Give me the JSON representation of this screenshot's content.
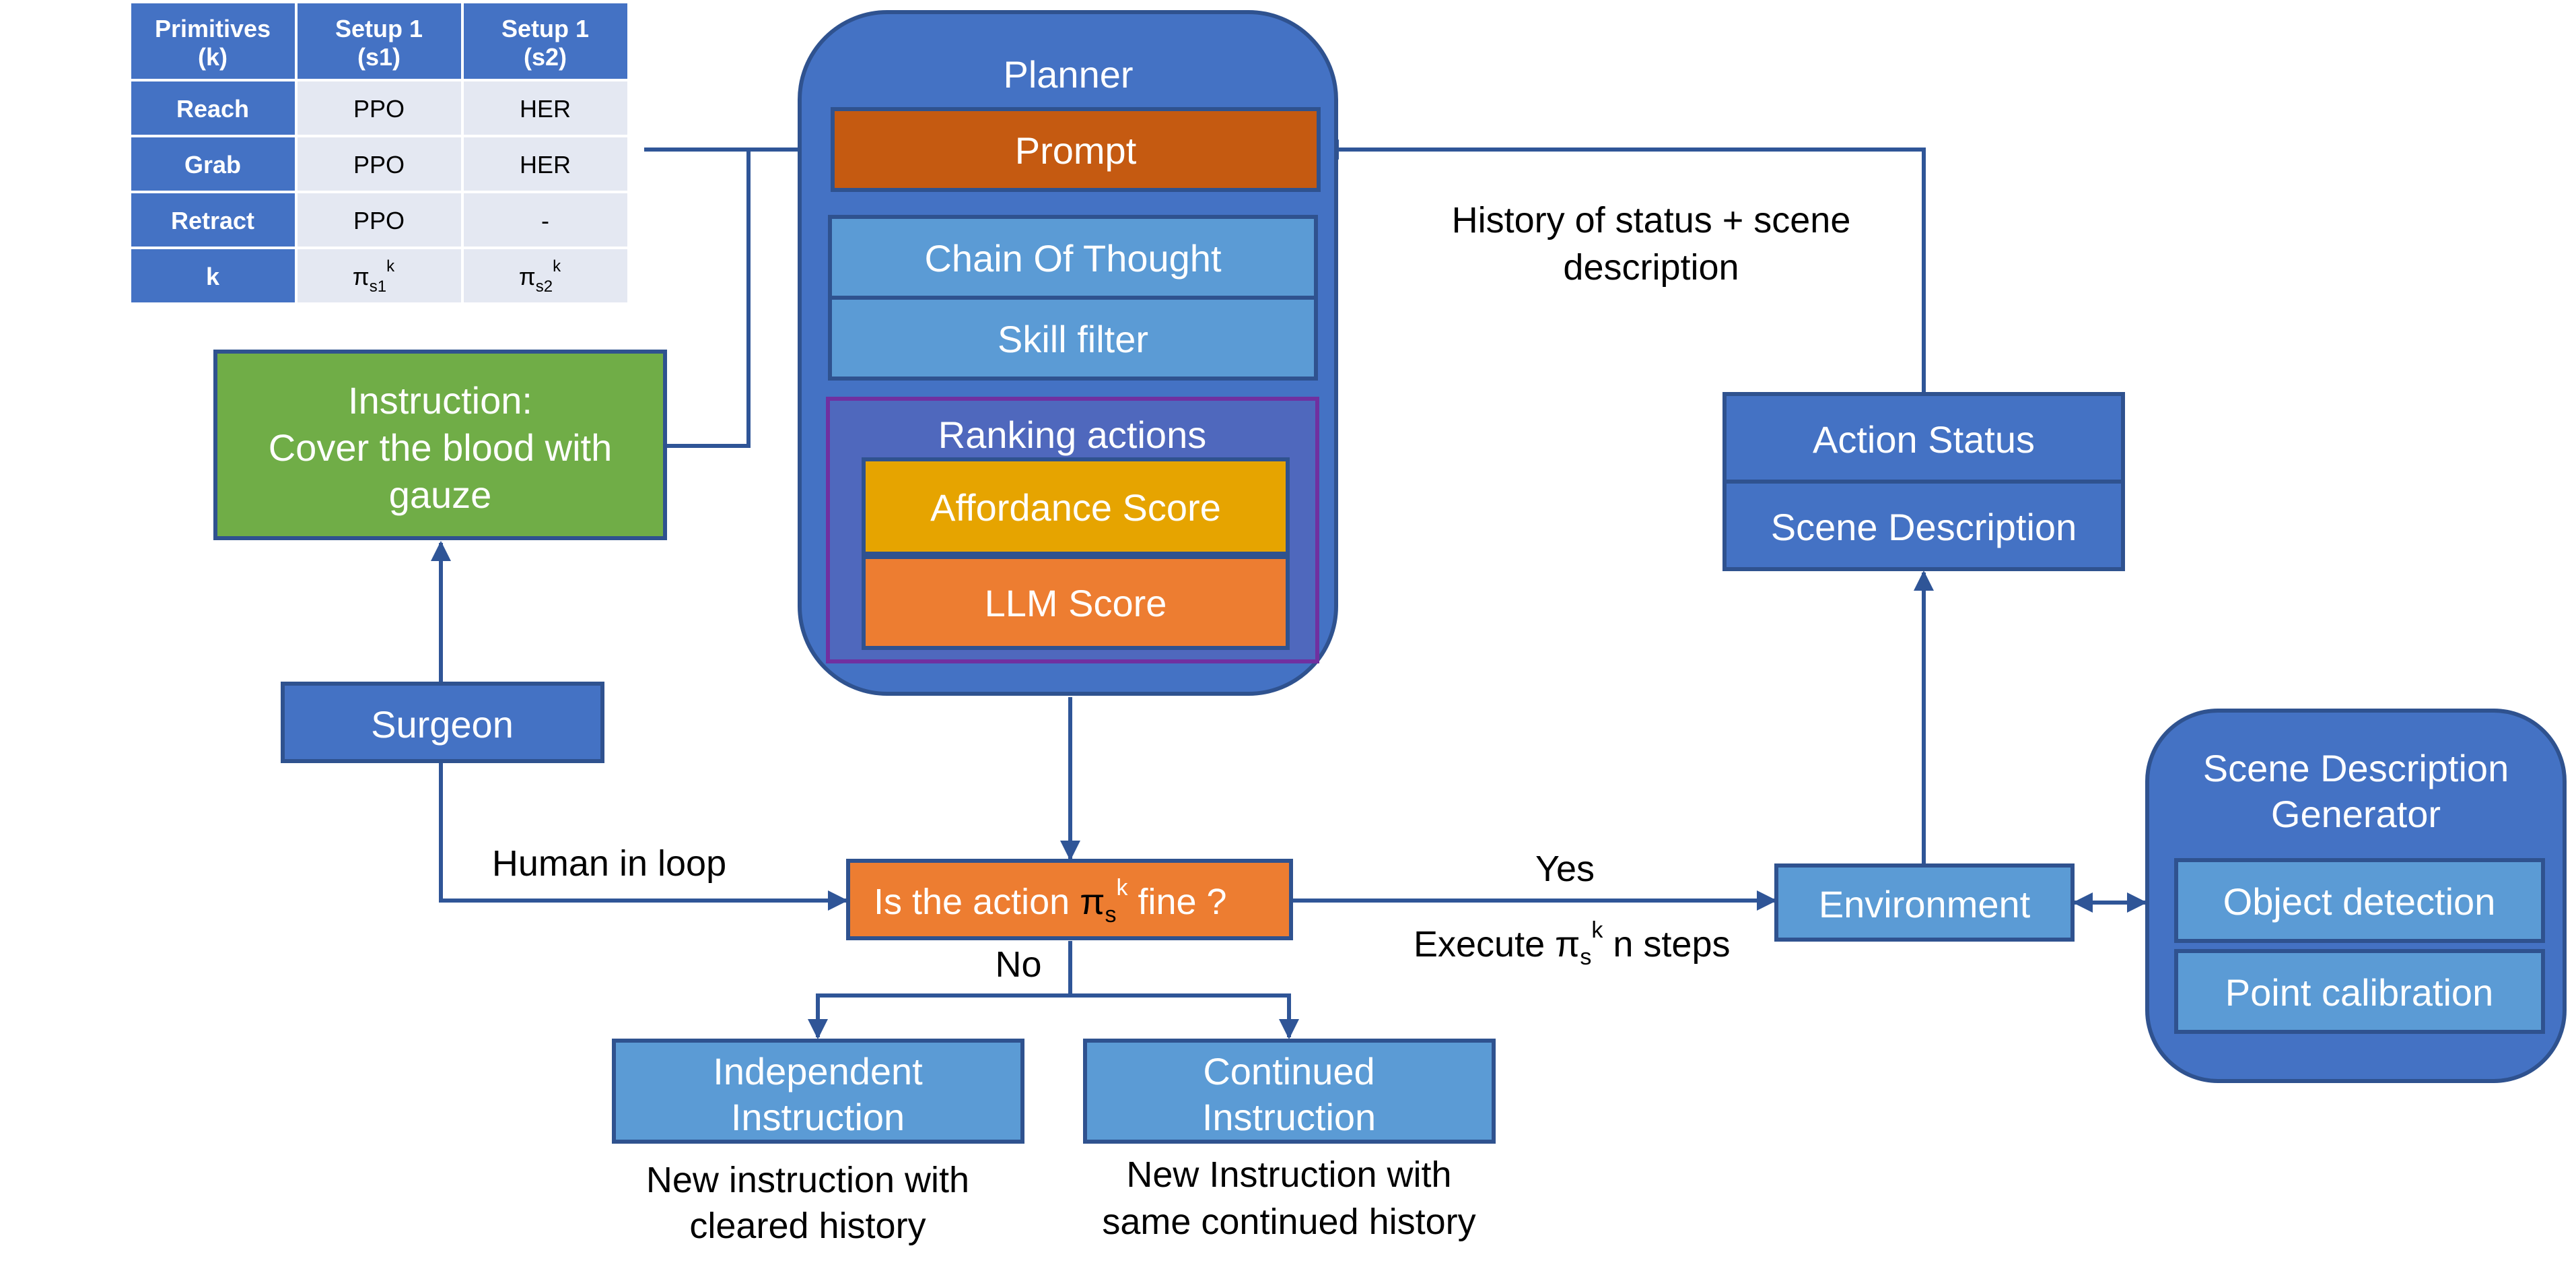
{
  "colors": {
    "blue_dark": "#4472C4",
    "blue_light": "#5B9BD5",
    "border": "#2F528F",
    "orange_dark": "#C55A11",
    "orange": "#ED7D31",
    "gold": "#E6A400",
    "green": "#70AD47",
    "purple": "#7030A0",
    "arrow": "#2F5597",
    "table_cell": "#E4E8F2"
  },
  "table": {
    "header": [
      "Primitives",
      "(k)",
      "Setup 1",
      "(s1)",
      "Setup 1",
      "(s2)"
    ],
    "rows": [
      {
        "k": "Reach",
        "s1": "PPO",
        "s2": "HER"
      },
      {
        "k": "Grab",
        "s1": "PPO",
        "s2": "HER"
      },
      {
        "k": "Retract",
        "s1": "PPO",
        "s2": "-"
      }
    ],
    "last_row": {
      "k": "k",
      "pi": "π",
      "s1_sub": "s1",
      "s2_sub": "s2",
      "sup": "k"
    }
  },
  "instruction": {
    "line1": "Instruction:",
    "line2": "Cover the blood with",
    "line3": "gauze"
  },
  "surgeon": "Surgeon",
  "planner": {
    "title": "Planner",
    "prompt": "Prompt",
    "chain_of_thought": "Chain Of Thought",
    "skill_filter": "Skill filter",
    "ranking_title": "Ranking actions",
    "affordance": "Affordance Score",
    "llm_score": "LLM Score"
  },
  "history_label": {
    "line1": "History of status + scene",
    "line2": "description"
  },
  "status_box": {
    "action_status": "Action Status",
    "scene_description": "Scene Description"
  },
  "decision": {
    "prefix": "Is the action ",
    "pi": "π",
    "sub": "s",
    "sup": "k",
    "suffix": " fine  ?"
  },
  "human_in_loop": "Human in loop",
  "yes": "Yes",
  "no": "No",
  "execute": {
    "prefix": "Execute ",
    "pi": "π",
    "sub": "s",
    "sup": "k",
    "suffix": " n steps"
  },
  "environment": "Environment",
  "scene_generator": {
    "title1": "Scene Description",
    "title2": "Generator",
    "object_detection": "Object detection",
    "point_calibration": "Point calibration"
  },
  "independent": {
    "line1": "Independent",
    "line2": "Instruction",
    "note1": "New instruction with",
    "note2": "cleared history"
  },
  "continued": {
    "line1": "Continued",
    "line2": "Instruction",
    "note1": "New Instruction with",
    "note2": "same continued history"
  }
}
